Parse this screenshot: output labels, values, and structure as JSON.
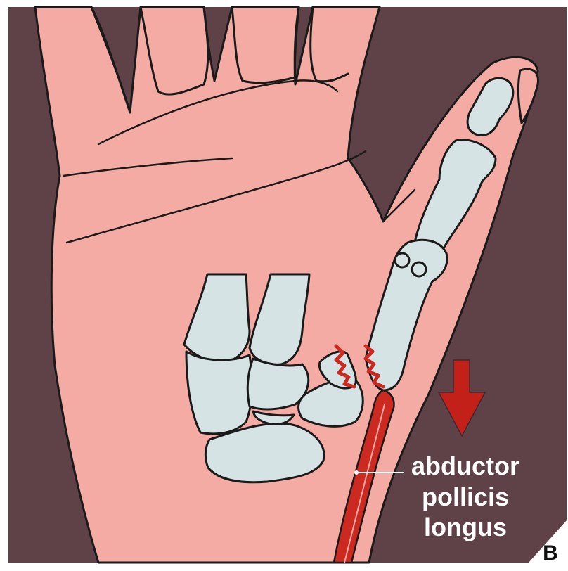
{
  "figure": {
    "panel_letter": "B",
    "label": {
      "line1": "abductor",
      "line2": "pollicis",
      "line3": "longus"
    }
  },
  "colors": {
    "background": "#5e4247",
    "skin": "#f4aba3",
    "bone": "#d6e3e5",
    "tendon": "#cc2a20",
    "arrow": "#c4201a",
    "outline": "#1a1a1a",
    "label": "#ffffff",
    "corner": "#ffffff"
  }
}
